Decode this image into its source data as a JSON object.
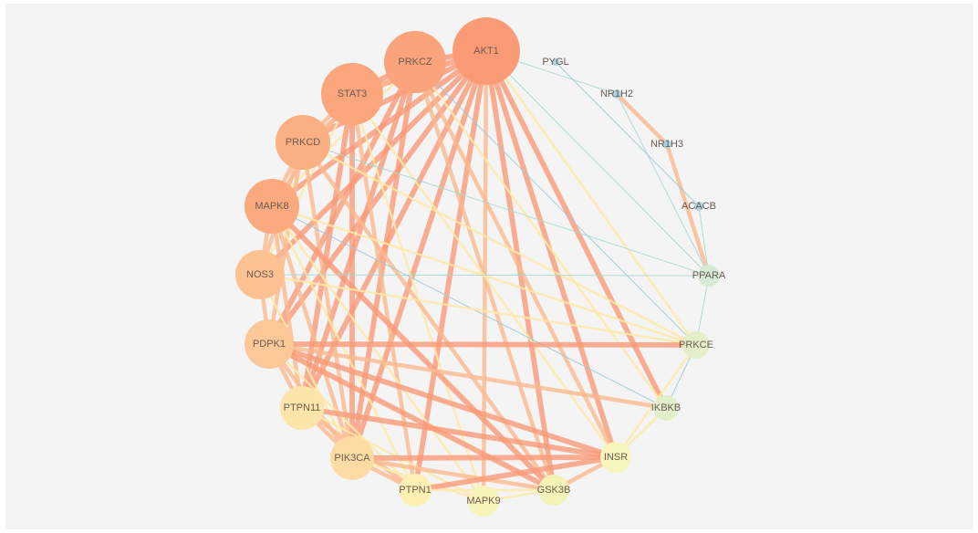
{
  "network": {
    "colors": {
      "background": "#f4f4f4",
      "edge_strong": "#f99a78",
      "edge_medium": "#fbb98e",
      "edge_light": "#fde9a6",
      "edge_weak": "#a9d7cf",
      "edge_faint": "#9fc9d8"
    },
    "nodes": [
      {
        "id": "AKT1",
        "label": "AKT1",
        "degree": 19,
        "color": "#fb9b76"
      },
      {
        "id": "PRKCZ",
        "label": "PRKCZ",
        "degree": 16,
        "color": "#fba37a"
      },
      {
        "id": "STAT3",
        "label": "STAT3",
        "degree": 16,
        "color": "#fba67c"
      },
      {
        "id": "PRKCD",
        "label": "PRKCD",
        "degree": 14,
        "color": "#fbb083"
      },
      {
        "id": "MAPK8",
        "label": "MAPK8",
        "degree": 14,
        "color": "#fbaa80"
      },
      {
        "id": "NOS3",
        "label": "NOS3",
        "degree": 12,
        "color": "#fcc294"
      },
      {
        "id": "PDPK1",
        "label": "PDPK1",
        "degree": 12,
        "color": "#fcc898"
      },
      {
        "id": "PTPN11",
        "label": "PTPN11",
        "degree": 10,
        "color": "#fde5aa"
      },
      {
        "id": "PIK3CA",
        "label": "PIK3CA",
        "degree": 11,
        "color": "#fddca4"
      },
      {
        "id": "PTPN1",
        "label": "PTPN1",
        "degree": 8,
        "color": "#fdf0b2"
      },
      {
        "id": "MAPK9",
        "label": "MAPK9",
        "degree": 7,
        "color": "#f6f4b8"
      },
      {
        "id": "GSK3B",
        "label": "GSK3B",
        "degree": 8,
        "color": "#f3f3b5"
      },
      {
        "id": "INSR",
        "label": "INSR",
        "degree": 8,
        "color": "#f6f6bc"
      },
      {
        "id": "IKBKB",
        "label": "IKBKB",
        "degree": 5,
        "color": "#e2efcc"
      },
      {
        "id": "PRKCE",
        "label": "PRKCE",
        "degree": 6,
        "color": "#e4efc9"
      },
      {
        "id": "PPARA",
        "label": "PPARA",
        "degree": 5,
        "color": "#d5ebd3"
      },
      {
        "id": "ACACB",
        "label": "ACACB",
        "degree": 2,
        "color": "#a9d5e2"
      },
      {
        "id": "NR1H3",
        "label": "NR1H3",
        "degree": 2,
        "color": "#a9d5e2"
      },
      {
        "id": "NR1H2",
        "label": "NR1H2",
        "degree": 2,
        "color": "#a9d5e2"
      },
      {
        "id": "PYGL",
        "label": "PYGL",
        "degree": 1,
        "color": "#a9d5e2"
      }
    ],
    "edges": [
      [
        "AKT1",
        "PRKCZ",
        3
      ],
      [
        "AKT1",
        "STAT3",
        3
      ],
      [
        "AKT1",
        "PRKCD",
        3
      ],
      [
        "AKT1",
        "MAPK8",
        3
      ],
      [
        "AKT1",
        "NOS3",
        3
      ],
      [
        "AKT1",
        "PDPK1",
        3
      ],
      [
        "AKT1",
        "PTPN11",
        3
      ],
      [
        "AKT1",
        "PIK3CA",
        3
      ],
      [
        "AKT1",
        "PTPN1",
        3
      ],
      [
        "AKT1",
        "MAPK9",
        2
      ],
      [
        "AKT1",
        "GSK3B",
        3
      ],
      [
        "AKT1",
        "INSR",
        3
      ],
      [
        "AKT1",
        "IKBKB",
        3
      ],
      [
        "AKT1",
        "PPARA",
        0
      ],
      [
        "AKT1",
        "PRKCE",
        1
      ],
      [
        "AKT1",
        "NR1H2",
        0
      ],
      [
        "PRKCZ",
        "STAT3",
        3
      ],
      [
        "PRKCZ",
        "PRKCD",
        2
      ],
      [
        "PRKCZ",
        "PDPK1",
        3
      ],
      [
        "PRKCZ",
        "PIK3CA",
        3
      ],
      [
        "PRKCZ",
        "GSK3B",
        2
      ],
      [
        "PRKCZ",
        "MAPK8",
        1
      ],
      [
        "PRKCZ",
        "INSR",
        2
      ],
      [
        "PRKCZ",
        "IKBKB",
        1
      ],
      [
        "PRKCZ",
        "PTPN11",
        3
      ],
      [
        "PRKCZ",
        "PRKCE",
        0
      ],
      [
        "STAT3",
        "PRKCD",
        2
      ],
      [
        "STAT3",
        "MAPK8",
        2
      ],
      [
        "STAT3",
        "PTPN11",
        3
      ],
      [
        "STAT3",
        "PIK3CA",
        3
      ],
      [
        "STAT3",
        "PTPN1",
        2
      ],
      [
        "STAT3",
        "MAPK9",
        1
      ],
      [
        "STAT3",
        "INSR",
        1
      ],
      [
        "STAT3",
        "NOS3",
        1
      ],
      [
        "PRKCD",
        "MAPK8",
        2
      ],
      [
        "PRKCD",
        "PDPK1",
        2
      ],
      [
        "PRKCD",
        "PIK3CA",
        2
      ],
      [
        "PRKCD",
        "PRKCE",
        1
      ],
      [
        "PRKCD",
        "GSK3B",
        2
      ],
      [
        "PRKCD",
        "NOS3",
        2
      ],
      [
        "PRKCD",
        "PPARA",
        0
      ],
      [
        "MAPK8",
        "NOS3",
        2
      ],
      [
        "MAPK8",
        "PIK3CA",
        2
      ],
      [
        "MAPK8",
        "GSK3B",
        3
      ],
      [
        "MAPK8",
        "MAPK9",
        1
      ],
      [
        "MAPK8",
        "PTPN11",
        2
      ],
      [
        "MAPK8",
        "PRKCE",
        1
      ],
      [
        "MAPK8",
        "IKBKB",
        0
      ],
      [
        "MAPK8",
        "PTPN1",
        1
      ],
      [
        "NOS3",
        "PDPK1",
        2
      ],
      [
        "NOS3",
        "PPARA",
        0
      ],
      [
        "NOS3",
        "PIK3CA",
        1
      ],
      [
        "NOS3",
        "PRKCE",
        1
      ],
      [
        "PDPK1",
        "PTPN11",
        2
      ],
      [
        "PDPK1",
        "PIK3CA",
        2
      ],
      [
        "PDPK1",
        "PRKCE",
        3
      ],
      [
        "PDPK1",
        "INSR",
        3
      ],
      [
        "PDPK1",
        "GSK3B",
        3
      ],
      [
        "PDPK1",
        "IKBKB",
        2
      ],
      [
        "PDPK1",
        "PTPN1",
        1
      ],
      [
        "PTPN11",
        "PIK3CA",
        2
      ],
      [
        "PTPN11",
        "INSR",
        3
      ],
      [
        "PTPN11",
        "PTPN1",
        2
      ],
      [
        "PTPN11",
        "MAPK9",
        1
      ],
      [
        "PIK3CA",
        "INSR",
        3
      ],
      [
        "PIK3CA",
        "PTPN1",
        2
      ],
      [
        "PIK3CA",
        "GSK3B",
        2
      ],
      [
        "PIK3CA",
        "MAPK9",
        1
      ],
      [
        "PTPN1",
        "INSR",
        3
      ],
      [
        "PTPN1",
        "GSK3B",
        1
      ],
      [
        "INSR",
        "GSK3B",
        2
      ],
      [
        "MAPK9",
        "GSK3B",
        1
      ],
      [
        "INSR",
        "IKBKB",
        1
      ],
      [
        "PRKCE",
        "INSR",
        1
      ],
      [
        "IKBKB",
        "PRKCE",
        0
      ],
      [
        "NR1H2",
        "NR1H3",
        2
      ],
      [
        "NR1H3",
        "PPARA",
        2
      ],
      [
        "ACACB",
        "PPARA",
        0
      ],
      [
        "NR1H2",
        "PPARA",
        0
      ],
      [
        "PYGL",
        "ACACB",
        0
      ],
      [
        "PRKCE",
        "PPARA",
        0
      ]
    ]
  }
}
